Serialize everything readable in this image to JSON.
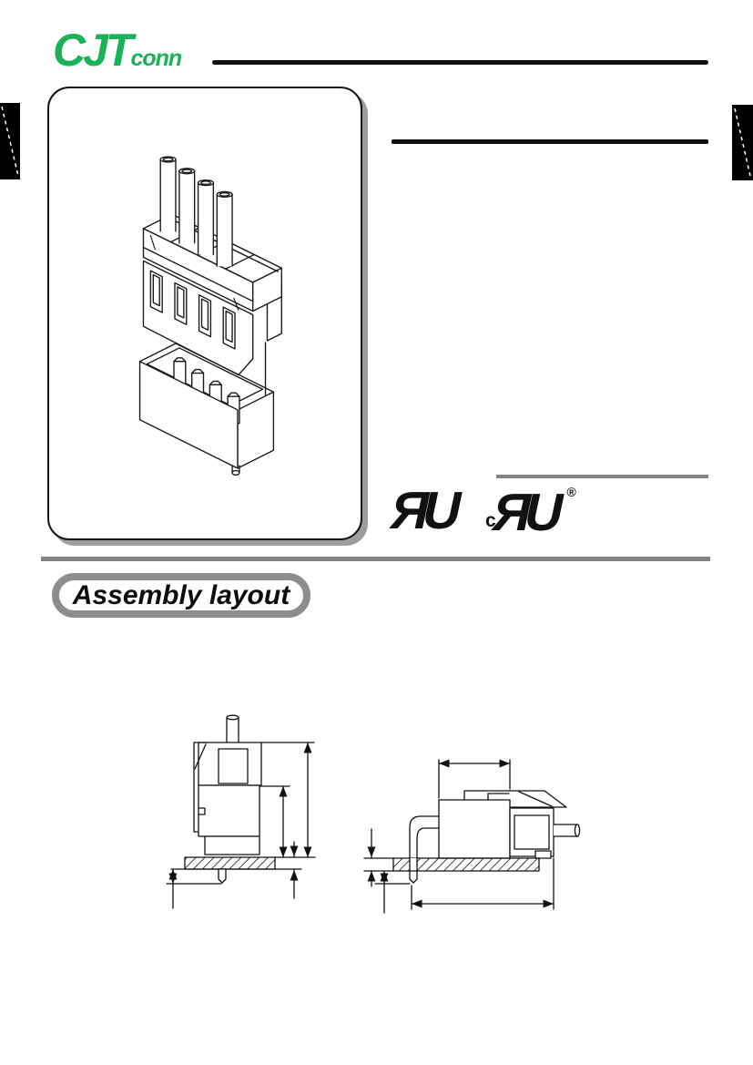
{
  "colors": {
    "brand_green": "#18b257",
    "ink": "#111111",
    "rule_gray": "#838383"
  },
  "logo": {
    "main": "CJT",
    "sub": "conn"
  },
  "certification": {
    "ur_mark": "UR",
    "cur_mark": "UR",
    "cur_prefix": "c",
    "registered_symbol": "®"
  },
  "assembly_section": {
    "title": "Assembly layout"
  },
  "connector_figure": {
    "positions": 4
  }
}
